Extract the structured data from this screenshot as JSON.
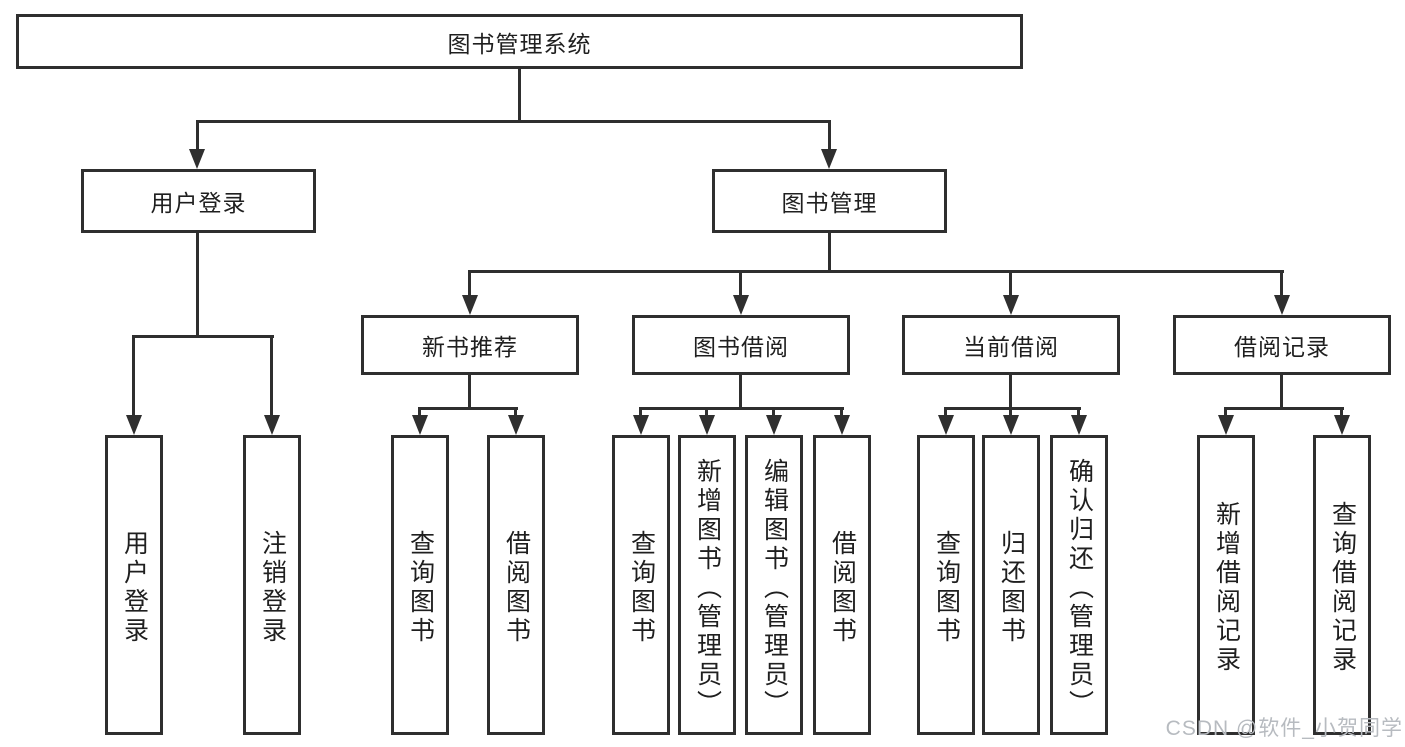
{
  "colors": {
    "line": "#2f2f2f",
    "text": "#1f1f1f",
    "background": "#ffffff",
    "watermark": "#b7bbc0"
  },
  "watermark": {
    "label": "CSDN @软件_小贺同学"
  },
  "diagram": {
    "root": {
      "label": "图书管理系统"
    },
    "branches": [
      {
        "label": "用户登录",
        "children": [
          {
            "label": "用户登录"
          },
          {
            "label": "注销登录"
          }
        ]
      },
      {
        "label": "图书管理",
        "children": [
          {
            "label": "新书推荐",
            "children": [
              {
                "label": "查询图书"
              },
              {
                "label": "借阅图书"
              }
            ]
          },
          {
            "label": "图书借阅",
            "children": [
              {
                "label": "查询图书"
              },
              {
                "label": "新增图书（管理员）"
              },
              {
                "label": "编辑图书（管理员）"
              },
              {
                "label": "借阅图书"
              }
            ]
          },
          {
            "label": "当前借阅",
            "children": [
              {
                "label": "查询图书"
              },
              {
                "label": "归还图书"
              },
              {
                "label": "确认归还（管理员）"
              }
            ]
          },
          {
            "label": "借阅记录",
            "children": [
              {
                "label": "新增借阅记录"
              },
              {
                "label": "查询借阅记录"
              }
            ]
          }
        ]
      }
    ]
  }
}
